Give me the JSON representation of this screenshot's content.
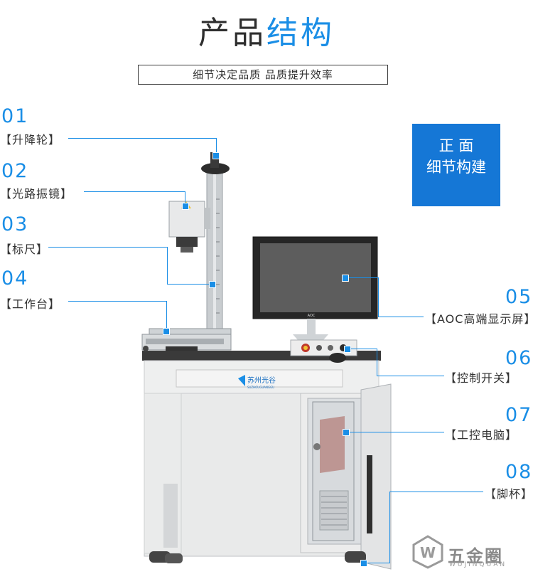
{
  "header": {
    "title_dark": "产品",
    "title_accent": "结构",
    "subtitle": "细节决定品质 品质提升效率"
  },
  "badge": {
    "line1": "正  面",
    "line2": "细节构建"
  },
  "callouts": {
    "c01": {
      "num": "01",
      "label": "【升降轮】"
    },
    "c02": {
      "num": "02",
      "label": "【光路振镜】"
    },
    "c03": {
      "num": "03",
      "label": "【标尺】"
    },
    "c04": {
      "num": "04",
      "label": "【工作台】"
    },
    "c05": {
      "num": "05",
      "label": "【AOC高端显示屏】"
    },
    "c06": {
      "num": "06",
      "label": "【控制开关】"
    },
    "c07": {
      "num": "07",
      "label": "【工控电脑】"
    },
    "c08": {
      "num": "08",
      "label": "【脚杯】"
    }
  },
  "machine": {
    "brand_label": "苏州光谷",
    "brand_sub": "SUZHOUGUANGGU",
    "monitor_brand": "AOC"
  },
  "watermark": {
    "name": "五金圈",
    "sub": "WUJINQUAN"
  },
  "colors": {
    "accent": "#1a8ee6",
    "badge": "#1577d6",
    "text": "#333333"
  }
}
